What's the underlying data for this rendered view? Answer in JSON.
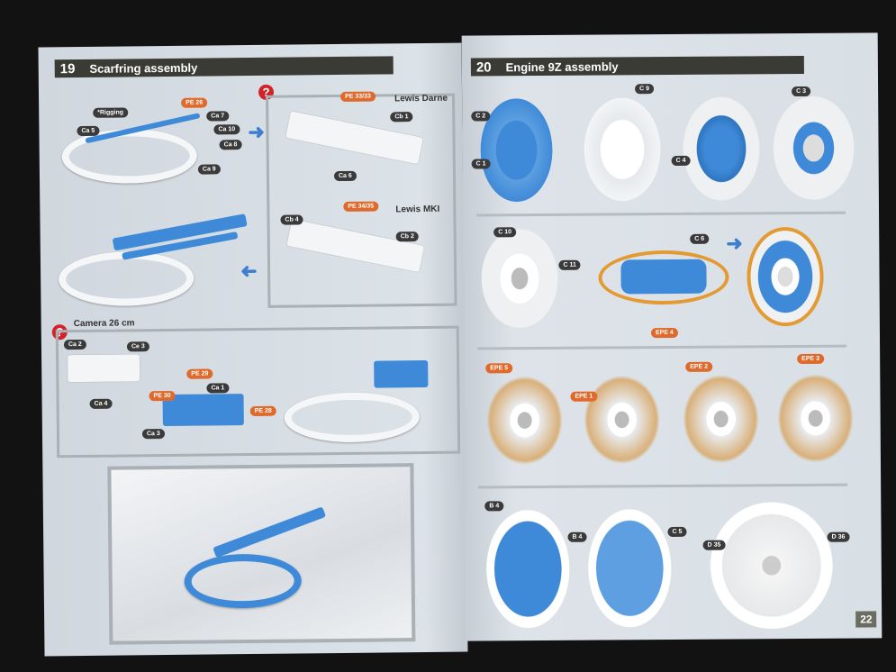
{
  "left_page": {
    "step": {
      "number": "19",
      "title": "Scarfring assembly"
    },
    "labels_main": [
      "PE 26",
      "*Rigging",
      "Ca 7",
      "Ca 10",
      "Ca 5",
      "Ca 8",
      "Ca 9"
    ],
    "lewis_darne": {
      "title": "Lewis Darne",
      "labels": [
        "PE 33/33",
        "Cb 1",
        "Ca 6"
      ]
    },
    "lewis_mki": {
      "title": "Lewis MKI",
      "labels": [
        "PE 34/35",
        "Cb 4",
        "Cb 2"
      ]
    },
    "camera": {
      "title": "Camera 26 cm",
      "labels": [
        "Ca 2",
        "Ce 3",
        "Ca 4",
        "PE 29",
        "PE 30",
        "Ca 1",
        "PE 28",
        "Ca 3"
      ]
    },
    "help_icon": "?"
  },
  "right_page": {
    "step": {
      "number": "20",
      "title": "Engine 9Z assembly"
    },
    "row1_labels": [
      "C 2",
      "C 1",
      "C 9",
      "C 4",
      "C 3"
    ],
    "row2_labels": [
      "C 10",
      "C 11",
      "C 6",
      "EPE 4"
    ],
    "row3_labels": [
      "EPE 5",
      "EPE 1",
      "EPE 2",
      "EPE 3"
    ],
    "row4_labels": [
      "B 4",
      "B 4",
      "C 5",
      "D 35",
      "D 36"
    ],
    "page_number": "22"
  },
  "colors": {
    "part_blue": "#3f8ad8",
    "photo_etch_orange": "#e06a2c",
    "header_bar": "#3b3b36"
  }
}
